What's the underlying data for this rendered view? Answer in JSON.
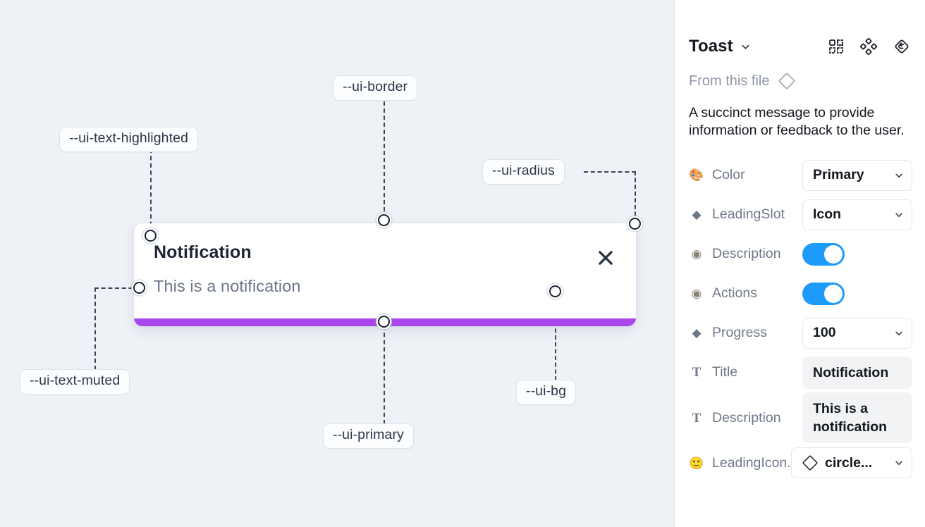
{
  "canvas": {
    "background_color": "#eef1f6",
    "toast": {
      "title": "Notification",
      "description": "This is a notification",
      "close_icon": "close-x-icon",
      "progress_color": "#a845eb",
      "background_color": "#ffffff"
    },
    "annotations": [
      {
        "id": "ui-border",
        "label": "--ui-border"
      },
      {
        "id": "ui-text-highlighted",
        "label": "--ui-text-highlighted"
      },
      {
        "id": "ui-radius",
        "label": "--ui-radius"
      },
      {
        "id": "ui-text-muted",
        "label": "--ui-text-muted"
      },
      {
        "id": "ui-primary",
        "label": "--ui-primary"
      },
      {
        "id": "ui-bg",
        "label": "--ui-bg"
      }
    ]
  },
  "panel": {
    "title": "Toast",
    "title_chevron_icon": "chevron-down-icon",
    "header_icons": [
      {
        "name": "component-variants-icon"
      },
      {
        "name": "component-set-icon"
      },
      {
        "name": "reset-instance-icon"
      }
    ],
    "from_this_file": {
      "label": "From this file",
      "icon": "diamond-component-icon"
    },
    "description": "A succinct message to provide information or feedback to the user.",
    "properties": [
      {
        "icon": "palette-icon",
        "icon_glyph": "🎨",
        "name": "Color",
        "control": "select",
        "value": "Primary",
        "chevron_icon": "chevron-down-icon"
      },
      {
        "icon": "diamond-solid-icon",
        "icon_glyph": "◆",
        "name": "LeadingSlot",
        "control": "select",
        "value": "Icon",
        "chevron_icon": "chevron-down-icon"
      },
      {
        "icon": "eye-icon",
        "icon_glyph": "◉",
        "name": "Description",
        "control": "toggle",
        "value": "on",
        "accent_color": "#1d9bfb"
      },
      {
        "icon": "eye-icon",
        "icon_glyph": "◉",
        "name": "Actions",
        "control": "toggle",
        "value": "on",
        "accent_color": "#1d9bfb"
      },
      {
        "icon": "diamond-solid-icon",
        "icon_glyph": "◆",
        "name": "Progress",
        "control": "select",
        "value": "100",
        "chevron_icon": "chevron-down-icon"
      },
      {
        "icon": "text-type-icon",
        "icon_glyph": "T",
        "name": "Title",
        "control": "text",
        "value": "Notification"
      },
      {
        "icon": "text-type-icon",
        "icon_glyph": "T",
        "name": "Description",
        "control": "text",
        "value": "This is a notification"
      },
      {
        "icon": "smiley-icon",
        "icon_glyph": "🙂",
        "name": "LeadingIcon...",
        "control": "select-with-icon",
        "value": "circle...",
        "lead_icon": "diamond-component-icon",
        "chevron_icon": "chevron-down-icon"
      }
    ]
  }
}
